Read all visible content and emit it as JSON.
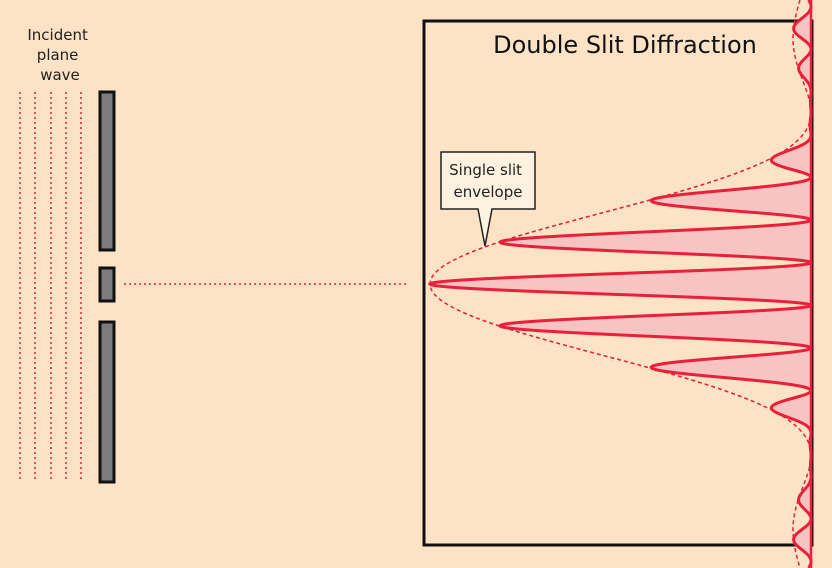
{
  "title": "Double Slit Diffraction",
  "incident_label": [
    "Incident",
    "plane",
    "wave"
  ],
  "callout_label": [
    "Single slit",
    "envelope"
  ],
  "colors": {
    "background": "#fde3c6",
    "wave": "#e8203a",
    "fill": "#f7c4c1",
    "barrier": "#7d7d7d",
    "frame": "#111111",
    "callout_bg": "#fdf1df"
  }
}
